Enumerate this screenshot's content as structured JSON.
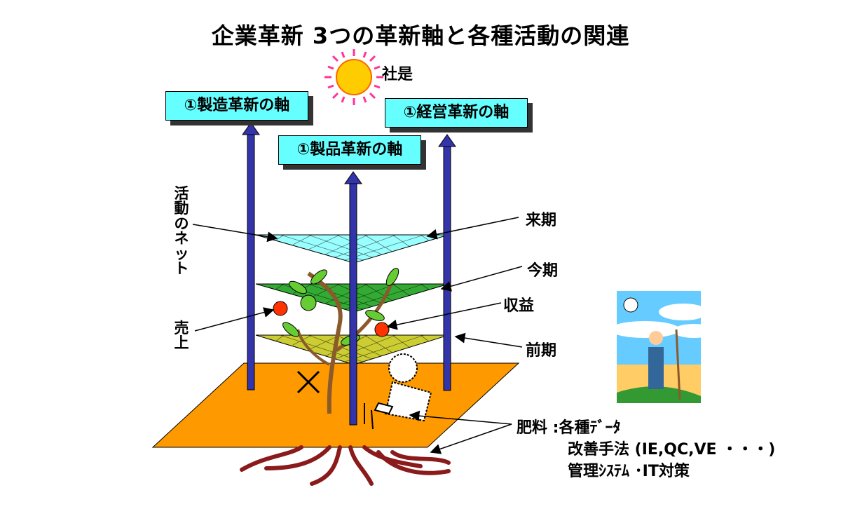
{
  "title": "企業革新 3つの革新軸と各種活動の関連",
  "motto": "社是",
  "axes": [
    {
      "label": "①製造革新の軸"
    },
    {
      "label": "①製品革新の軸"
    },
    {
      "label": "①経営革新の軸"
    }
  ],
  "net_label": "活動のネット",
  "periods": {
    "next": "来期",
    "current": "今期",
    "previous": "前期"
  },
  "profit": "収益",
  "sales": "売上",
  "fertilizer": {
    "line1": "肥料 :各種ﾃﾞｰﾀ",
    "line2": "改善手法 (IE,QC,VE ・・・)",
    "line3": "管理ｼｽﾃﾑ ･IT対策"
  },
  "colors": {
    "axis_box": "#66ffff",
    "arrow": "#3333aa",
    "ground": "#ff9900",
    "net_top": "#99ffff",
    "net_mid": "#33aa33",
    "net_low": "#cccc33",
    "root": "#8b1a1a"
  }
}
